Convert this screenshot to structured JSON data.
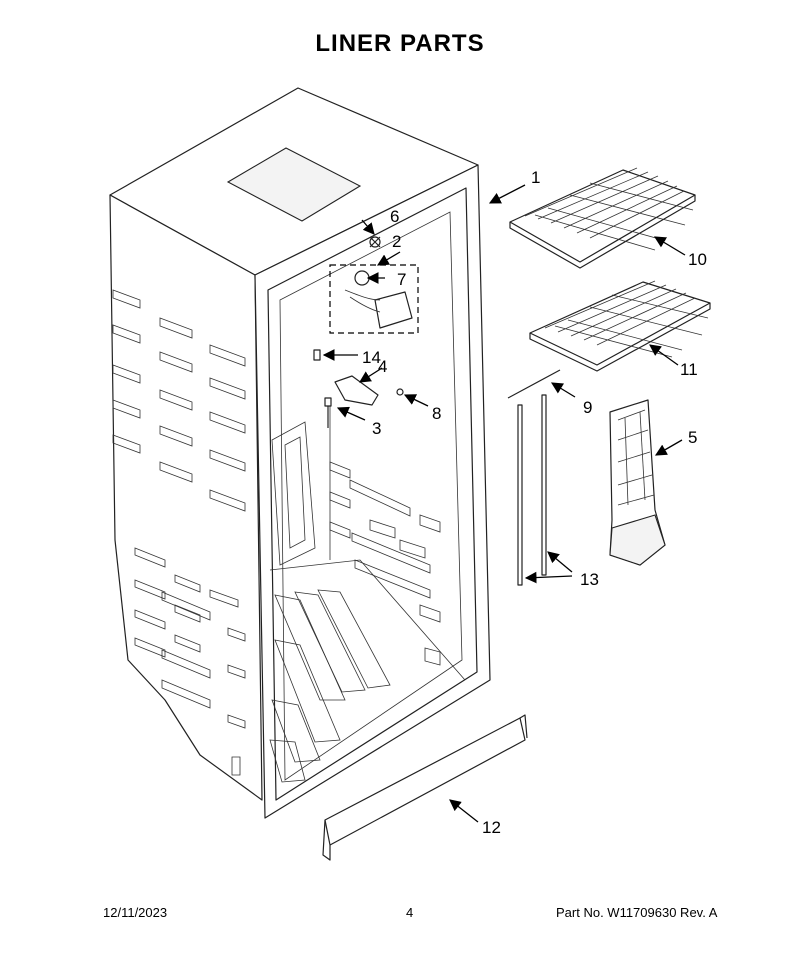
{
  "title": "LINER PARTS",
  "footer": {
    "date": "12/11/2023",
    "page": "4",
    "part_no": "Part No.  W11709630  Rev.  A"
  },
  "callouts": [
    "1",
    "2",
    "3",
    "4",
    "5",
    "6",
    "7",
    "8",
    "9",
    "10",
    "11",
    "12",
    "13",
    "14"
  ]
}
